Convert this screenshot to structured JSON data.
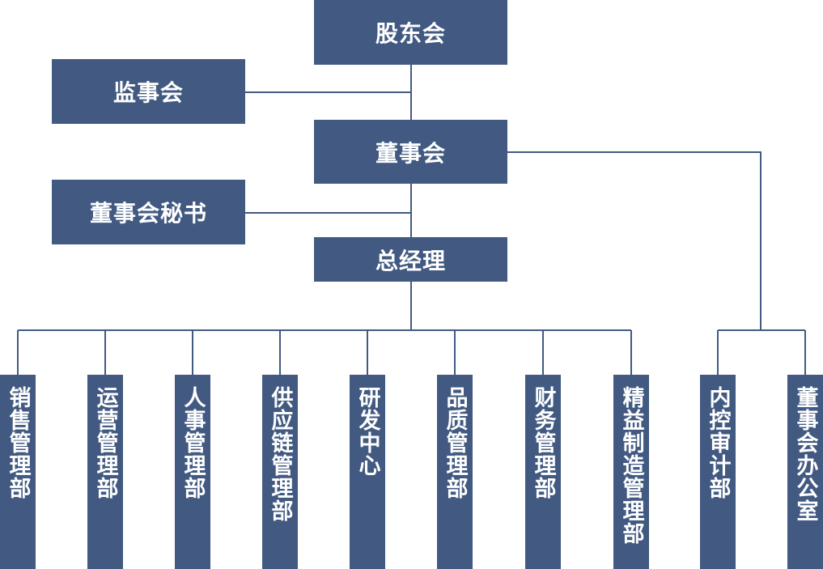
{
  "top": {
    "shareholders": "股东会",
    "supervisors": "监事会",
    "board": "董事会",
    "board_secretary": "董事会秘书",
    "general_manager": "总经理"
  },
  "departments": [
    "销售管理部",
    "运营管理部",
    "人事管理部",
    "供应链管理部",
    "研发中心",
    "品质管理部",
    "财务管理部",
    "精益制造管理部",
    "内控审计部",
    "董事会办公室"
  ],
  "colors": {
    "box": "#425a82",
    "line": "#425a82",
    "text": "#ffffff"
  }
}
